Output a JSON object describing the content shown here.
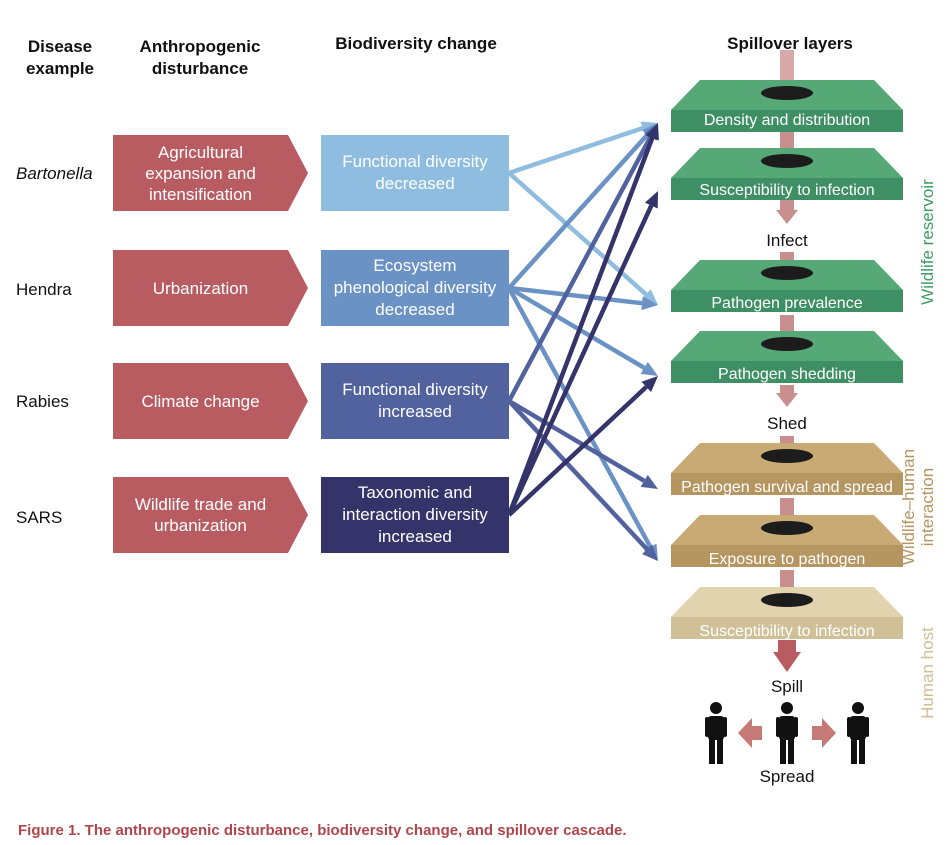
{
  "headers": {
    "disease": "Disease example",
    "disturbance": "Anthropogenic disturbance",
    "biodiversity": "Biodiversity change",
    "spillover": "Spillover layers"
  },
  "rows": [
    {
      "disease": "Bartonella",
      "disturbance": "Agricultural expansion and intensification",
      "biodiversity": "Functional diversity decreased",
      "color": "#8fbde0"
    },
    {
      "disease": "Hendra",
      "disturbance": "Urbanization",
      "biodiversity": "Ecosystem phenological diversity decreased",
      "color": "#6b92c5"
    },
    {
      "disease": "Rabies",
      "disturbance": "Climate change",
      "biodiversity": "Functional diversity increased",
      "color": "#51629e"
    },
    {
      "disease": "SARS",
      "disturbance": "Wildlife trade and urbanization",
      "biodiversity": "Taxonomic and interaction diversity increased",
      "color": "#34336a"
    }
  ],
  "layers": [
    {
      "label": "Density and distribution",
      "color": "#3f8f64",
      "top": "#56a877"
    },
    {
      "label": "Susceptibility to infection",
      "color": "#3f8f64",
      "top": "#56a877"
    },
    {
      "label": "Pathogen prevalence",
      "color": "#3f8f64",
      "top": "#56a877"
    },
    {
      "label": "Pathogen shedding",
      "color": "#3f8f64",
      "top": "#56a877"
    },
    {
      "label": "Pathogen survival and spread",
      "color": "#b59560",
      "top": "#c9aa74"
    },
    {
      "label": "Exposure to pathogen",
      "color": "#b59560",
      "top": "#c9aa74"
    },
    {
      "label": "Susceptibility to infection",
      "color": "#cfc097",
      "top": "#e0d3ad"
    }
  ],
  "steps": {
    "infect": "Infect",
    "shed": "Shed",
    "spill": "Spill",
    "spread": "Spread"
  },
  "groups": {
    "wildlife_reservoir": "Wildlife reservoir",
    "wildlife_human": "Wildlife–human interaction",
    "human_host": "Human host"
  },
  "caption": "Figure 1. The anthropogenic disturbance, biodiversity change, and spillover cascade.",
  "links": [
    {
      "from": 0,
      "to": 0
    },
    {
      "from": 0,
      "to": 2
    },
    {
      "from": 1,
      "to": 0
    },
    {
      "from": 1,
      "to": 2
    },
    {
      "from": 1,
      "to": 3
    },
    {
      "from": 1,
      "to": 5
    },
    {
      "from": 2,
      "to": 0
    },
    {
      "from": 2,
      "to": 4
    },
    {
      "from": 2,
      "to": 5
    },
    {
      "from": 3,
      "to": 0
    },
    {
      "from": 3,
      "to": 1
    },
    {
      "from": 3,
      "to": 3
    }
  ]
}
